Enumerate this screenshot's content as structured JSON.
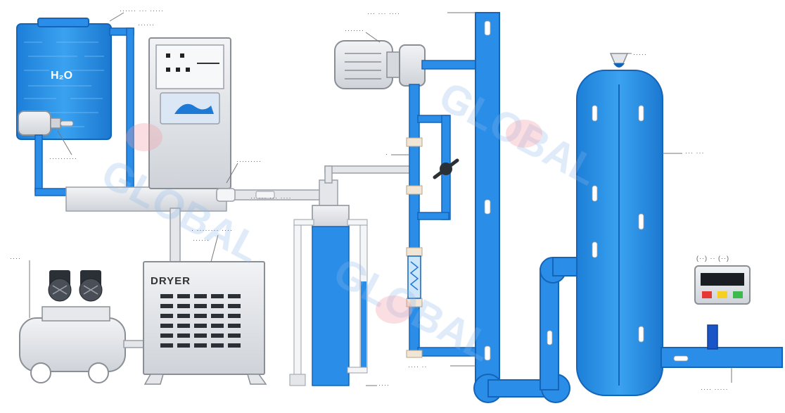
{
  "diagram": {
    "water_tank_text": "H₂O",
    "dryer_text": "DRYER",
    "watermark_text": "GLOBAL",
    "colors": {
      "pipe": "#2a8ee8",
      "pipe_dark": "#1569c0",
      "metal": "#e4e6ea",
      "metal_dark": "#9aa0a8",
      "label": "#555555",
      "display_red": "#e53935",
      "display_yellow": "#f5d020",
      "display_green": "#3dba4e"
    },
    "labels": [
      {
        "id": "water-tank",
        "text": "······ ··· ·····"
      },
      {
        "id": "water-tank-2",
        "text": "······"
      },
      {
        "id": "pump",
        "text": "··········"
      },
      {
        "id": "control-box",
        "text": "·········"
      },
      {
        "id": "pipe-mid",
        "text": "·· ··· ··· ····"
      },
      {
        "id": "dryer",
        "text": "· ········ ····"
      },
      {
        "id": "dryer-2",
        "text": "······"
      },
      {
        "id": "compressor",
        "text": "····"
      },
      {
        "id": "valve-top",
        "text": "··· ··· ····"
      },
      {
        "id": "motor",
        "text": "·······"
      },
      {
        "id": "tee",
        "text": "·"
      },
      {
        "id": "flowmeter-bottom",
        "text": "····"
      },
      {
        "id": "bottom-left-pipe",
        "text": "···· ··"
      },
      {
        "id": "column",
        "text": "··· ···"
      },
      {
        "id": "generator",
        "text": "·····"
      },
      {
        "id": "outlet",
        "text": "···· ·····"
      },
      {
        "id": "analyzer",
        "text": "(··) ·· (··)"
      },
      {
        "id": "top-nozzle",
        "text": "····"
      }
    ]
  }
}
